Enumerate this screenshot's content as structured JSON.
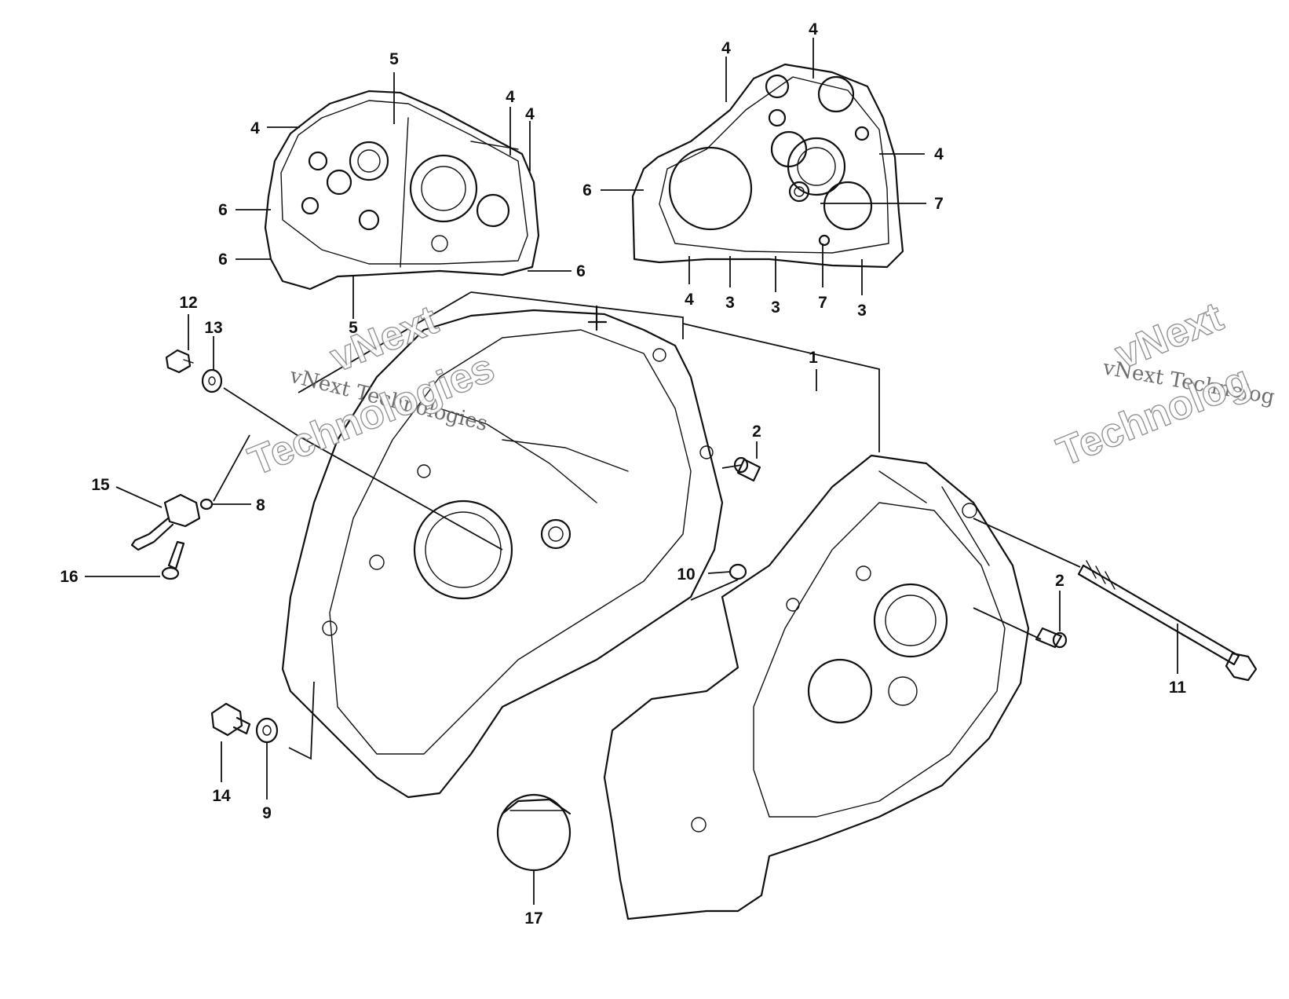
{
  "watermarks": {
    "left_small": "vNext Technologies",
    "left_big_line1": "vNext",
    "left_big_line2": "Technologies",
    "right_small": "vNext Technolog",
    "right_big_line1": "vNext",
    "right_big_line2": "Technolog"
  },
  "callouts": {
    "left_gasket": [
      "5",
      "4",
      "4",
      "4",
      "6",
      "6",
      "6",
      "5"
    ],
    "right_gasket": [
      "4",
      "4",
      "4",
      "6",
      "7",
      "4",
      "3",
      "3",
      "7",
      "3"
    ],
    "main": [
      "1",
      "2",
      "2",
      "8",
      "9",
      "10",
      "11",
      "12",
      "13",
      "14",
      "15",
      "16",
      "17"
    ]
  }
}
